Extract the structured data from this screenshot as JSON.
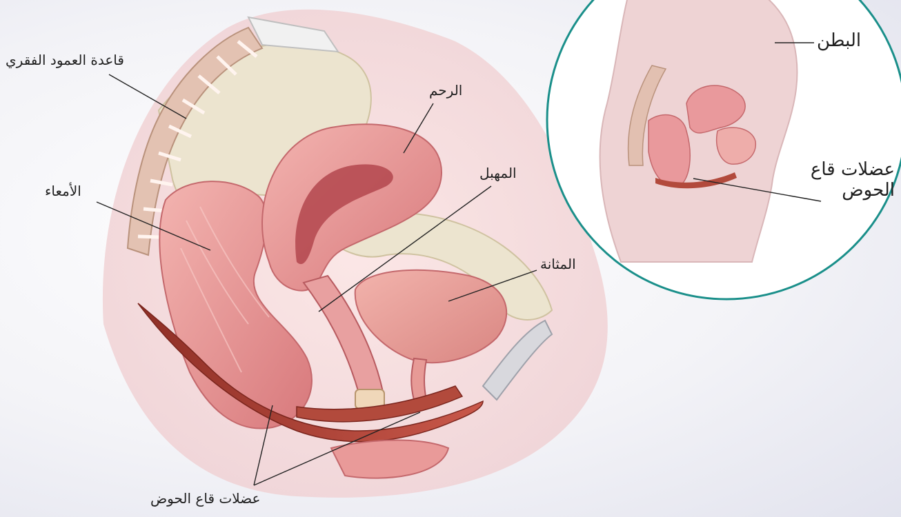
{
  "labels": {
    "spine_base": "قاعدة العمود الفقري",
    "uterus": "الرحم",
    "intestine": "الأمعاء",
    "vagina": "المهبل",
    "bladder": "المثانة",
    "pelvic_floor_bottom": "عضلات قاع الحوض",
    "abdomen": "البطن",
    "pelvic_floor_inset_line1": "عضلات قاع",
    "pelvic_floor_inset_line2": "الحوض"
  },
  "colors": {
    "inset_border": "#1a8f8a",
    "tissue": "#e89a9a",
    "tissue_dark": "#c96f74",
    "muscle": "#b2453a",
    "bone": "#e6cfc4",
    "pelvis": "#ece4cf"
  }
}
